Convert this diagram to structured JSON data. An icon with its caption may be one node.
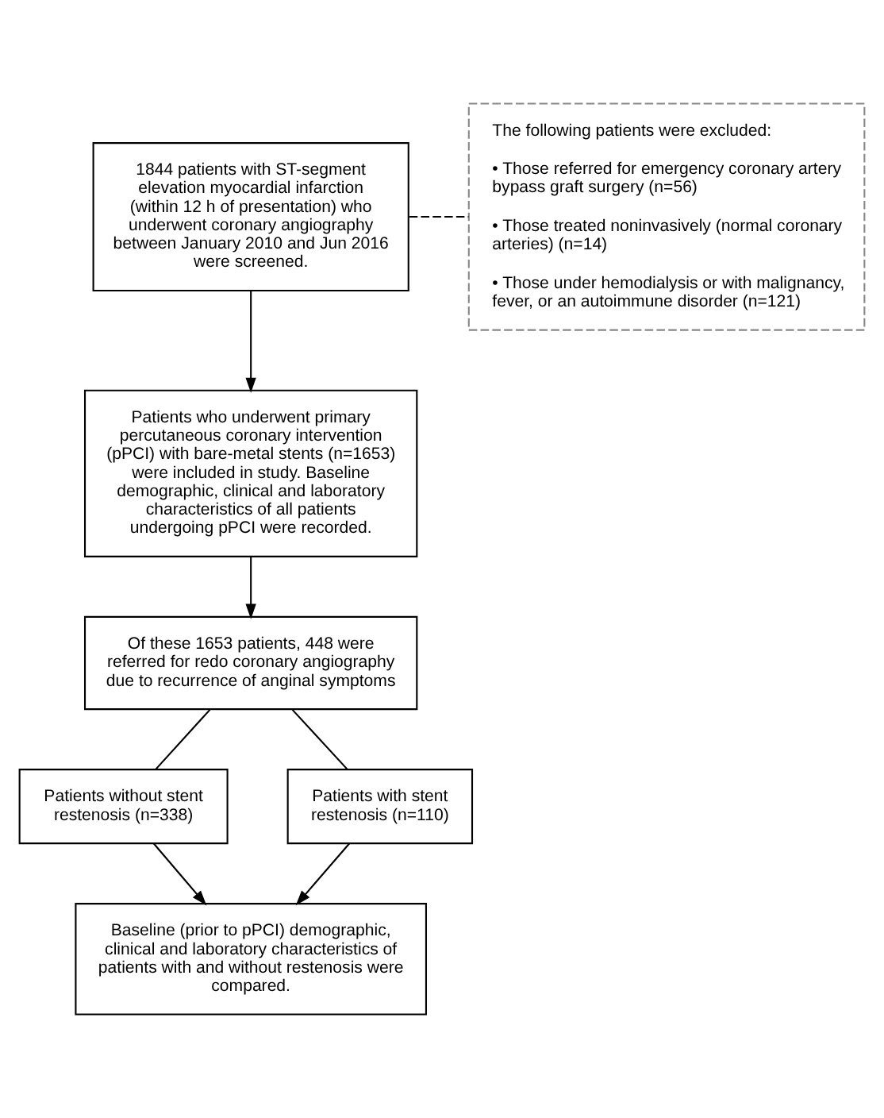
{
  "diagram": {
    "nodes": [
      {
        "text": [
          "1844 patients with ST-segment elevation myocardial infarction (within 12 h of presentation) who underwent coronary angiography between January 2010 and Jun 2016 were screened."
        ]
      },
      {
        "text": [
          "The following patients were excluded:",
          "• Those referred for emergency coronary artery bypass graft surgery (n=56)",
          "• Those treated noninvasively (normal coronary arteries) (n=14)",
          "• Those under hemodialysis or with malignancy, fever, or an autoimmune disorder (n=121)"
        ]
      },
      {
        "text": [
          "Patients who underwent primary percutaneous coronary intervention (pPCI) with bare-metal stents (n=1653) were included in study. Baseline demographic, clinical and laboratory characteristics of all patients undergoing pPCI were recorded."
        ]
      },
      {
        "text": [
          "Of these 1653 patients, 448 were referred for redo coronary angiography due to recurrence of anginal symptoms"
        ]
      },
      {
        "text": [
          "Patients without stent restenosis (n=338)"
        ]
      },
      {
        "text": [
          "Patients with stent restenosis (n=110)"
        ]
      },
      {
        "text": [
          "Baseline (prior to pPCI) demographic, clinical and laboratory characteristics of patients with and without restenosis were compared."
        ]
      }
    ],
    "edges": [
      {
        "from": 0,
        "to": 2,
        "arrow": "to"
      },
      {
        "from": 0,
        "to": 1,
        "arrow": "none",
        "style": "dashed"
      },
      {
        "from": 2,
        "to": 3,
        "arrow": "to"
      },
      {
        "from": 3,
        "to": 4,
        "arrow": "none"
      },
      {
        "from": 3,
        "to": 5,
        "arrow": "none"
      },
      {
        "from": 4,
        "to": 6,
        "arrow": "to"
      },
      {
        "from": 5,
        "to": 6,
        "arrow": "to"
      }
    ]
  }
}
